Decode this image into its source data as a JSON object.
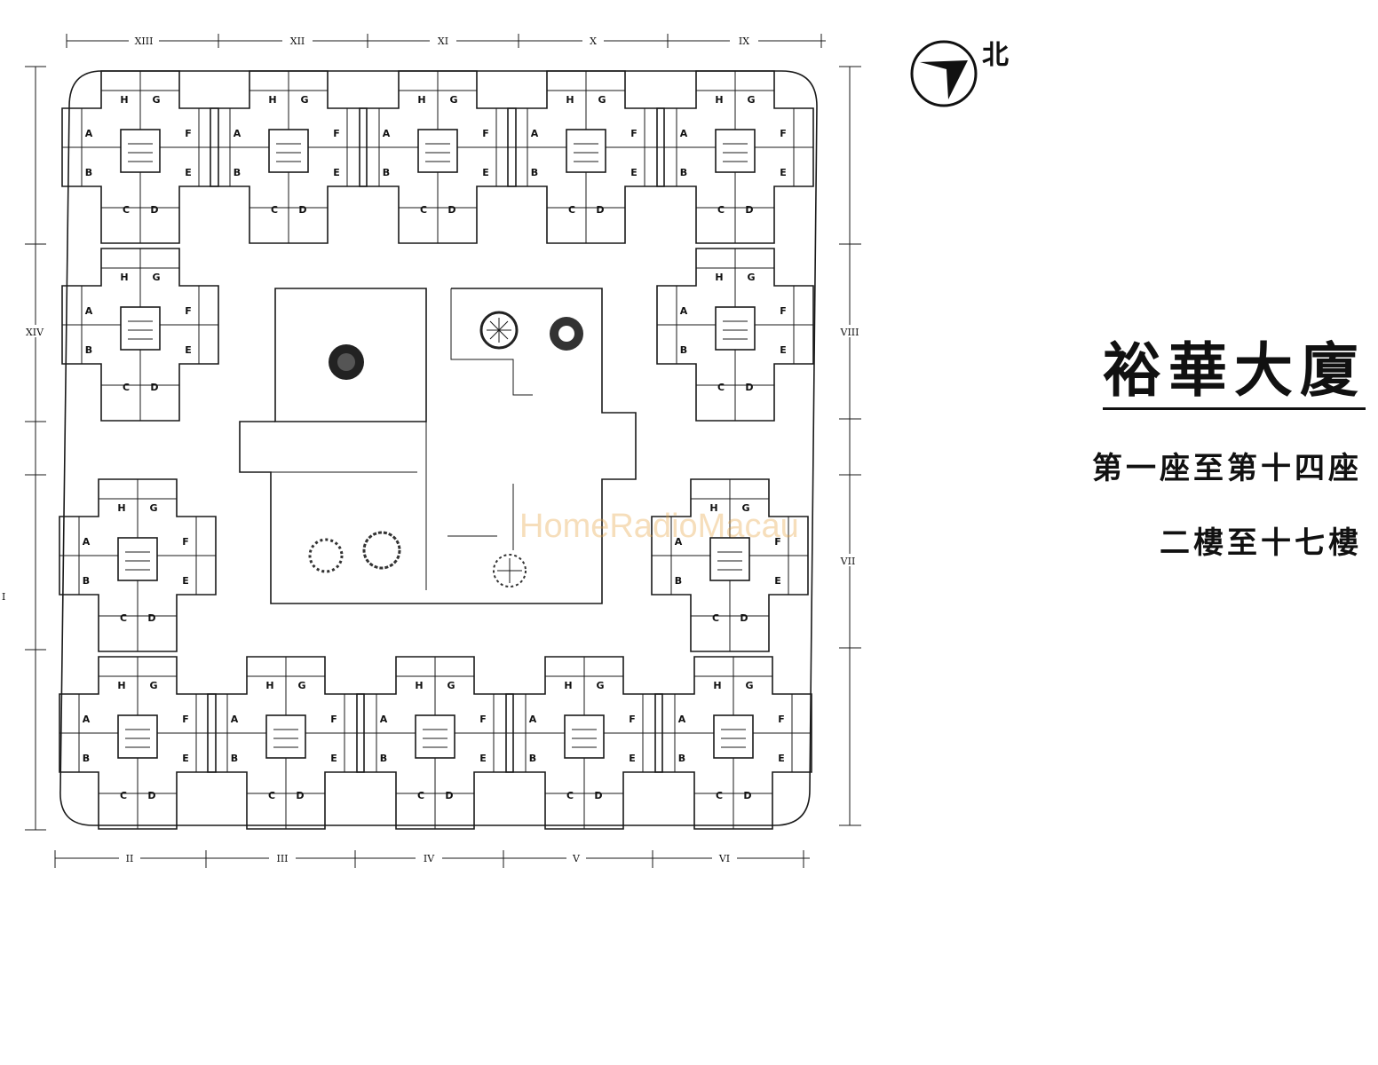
{
  "title": "裕華大廈",
  "subtitle_blocks": "第一座至第十四座",
  "subtitle_floors": "二樓至十七樓",
  "watermark": "HomeRadioMacau",
  "north_label": "北",
  "block_labels_top": [
    "XIII",
    "XII",
    "XI",
    "X",
    "IX"
  ],
  "block_labels_bottom": [
    "II",
    "III",
    "IV",
    "V",
    "VI"
  ],
  "block_label_left": "XIV",
  "block_labels_right": [
    "VIII",
    "VII"
  ],
  "unit_letters": [
    "A",
    "B",
    "C",
    "D",
    "E",
    "F",
    "G",
    "H"
  ],
  "edge_marks": [
    "I"
  ]
}
